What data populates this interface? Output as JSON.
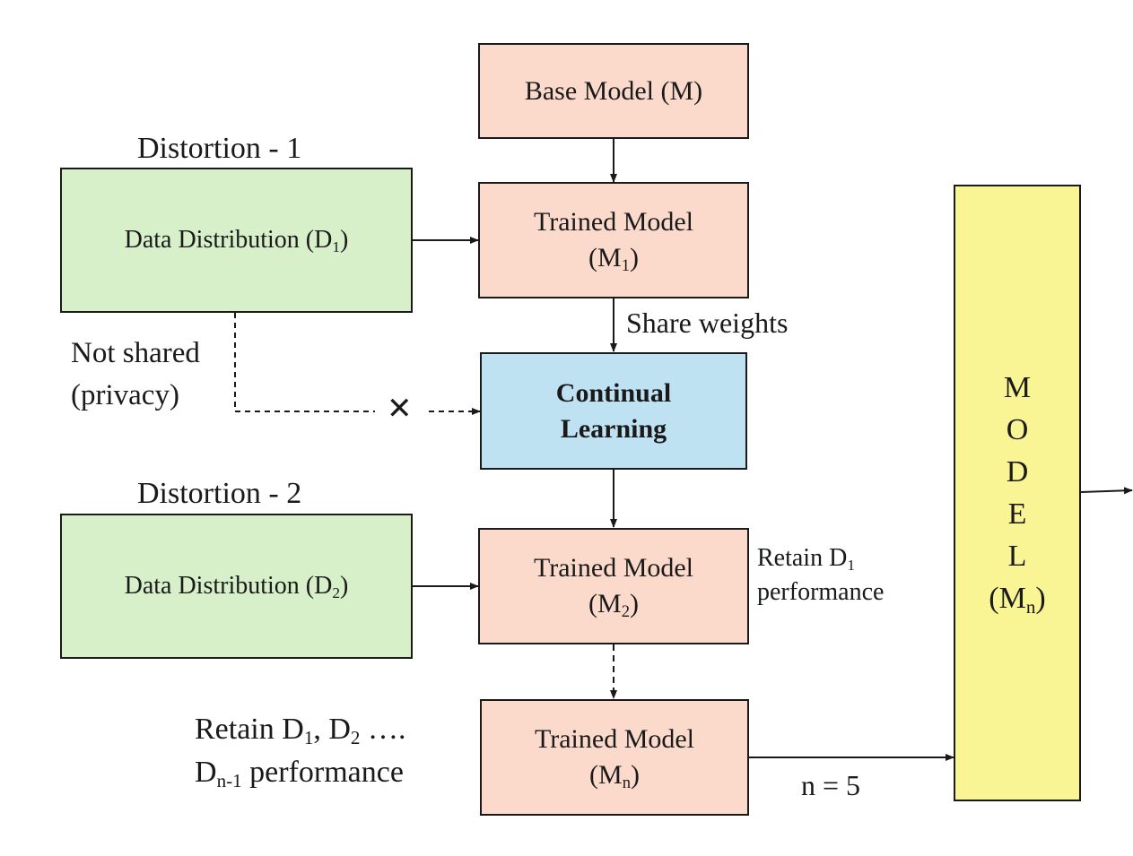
{
  "base_model": {
    "text": "Base Model (M)"
  },
  "distortion_1": {
    "label": "Distortion - 1"
  },
  "distortion_2": {
    "label": "Distortion - 2"
  },
  "data_dist_1": {
    "text": "Data Distribution (D",
    "sub": "1",
    "close": ")"
  },
  "data_dist_2": {
    "text": "Data Distribution (D",
    "sub": "2",
    "close": ")"
  },
  "trained_1": {
    "line1": "Trained Model",
    "open": "(M",
    "sub": "1",
    "close": ")"
  },
  "trained_2": {
    "line1": "Trained Model",
    "open": "(M",
    "sub": "2",
    "close": ")"
  },
  "trained_n": {
    "line1": "Trained Model",
    "open": "(M",
    "sub": "n",
    "close": ")"
  },
  "share_weights": "Share weights",
  "not_shared": {
    "line1": "Not shared",
    "line2": "(privacy)"
  },
  "blocked_mark": "✕",
  "continual": {
    "line1": "Continual",
    "line2": "Learning"
  },
  "retain_d1": {
    "line1a": "Retain D",
    "line1sub": "1",
    "line2": "performance"
  },
  "retain_all": {
    "p1": "Retain D",
    "s1": "1",
    "p2": ", D",
    "s2": "2",
    "p3": " ….",
    "p4": "D",
    "s4": "n-1",
    "p5": " performance"
  },
  "n_label": "n = 5",
  "final_model": {
    "letters": [
      "M",
      "O",
      "D",
      "E",
      "L"
    ],
    "open": "(M",
    "sub": "n",
    "close": ")"
  },
  "colors": {
    "model_box": "#fbdacb",
    "data_box": "#d8f0ca",
    "continual_box": "#bfe2f3",
    "final_box": "#faf594",
    "line": "#1a1a1a"
  }
}
